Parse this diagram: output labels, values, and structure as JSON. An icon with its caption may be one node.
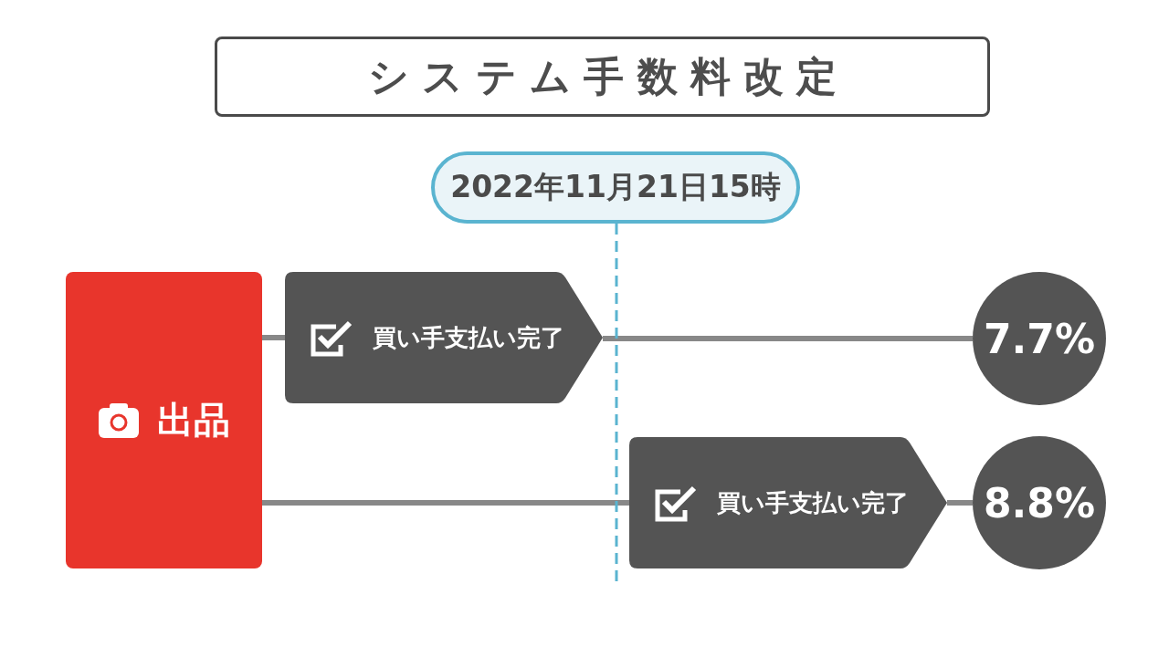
{
  "diagram": {
    "title": "システム手数料改定",
    "nodes": [
      {
        "text": [
          "2022年11月21日15時"
        ]
      },
      {
        "text": [
          "出品"
        ]
      },
      {
        "text": [
          "買い手支払い完了"
        ]
      },
      {
        "text": [
          "7.7%"
        ]
      },
      {
        "text": [
          "買い手支払い完了"
        ]
      },
      {
        "text": [
          "8.8%"
        ]
      }
    ],
    "edges": [
      {
        "from": 1,
        "to": 2,
        "arrow": "none"
      },
      {
        "from": 2,
        "to": 3,
        "arrow": "none"
      },
      {
        "from": 1,
        "to": 4,
        "arrow": "none"
      },
      {
        "from": 4,
        "to": 5,
        "arrow": "none"
      },
      {
        "from": 0,
        "to": null,
        "arrow": "none",
        "style": "dashed",
        "color": "#5ab4d0"
      }
    ]
  }
}
